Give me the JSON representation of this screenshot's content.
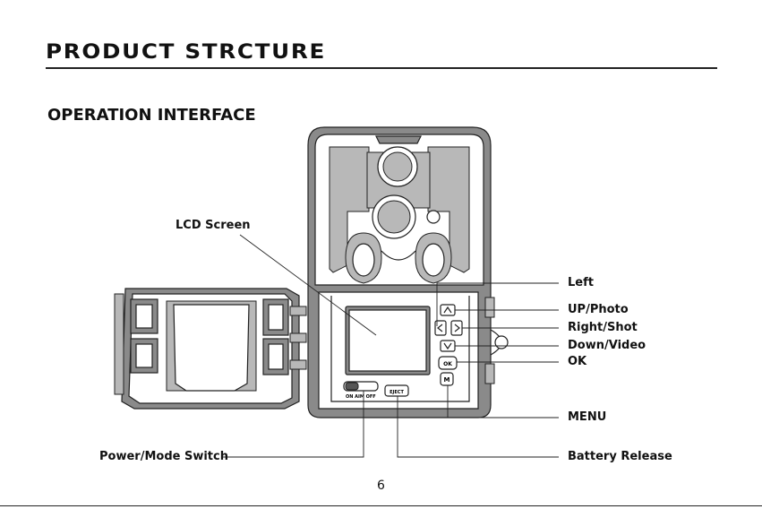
{
  "header": {
    "title": "PRODUCT  STRCTURE"
  },
  "section": {
    "title": "OPERATION INTERFACE"
  },
  "callouts": {
    "lcd": "LCD Screen",
    "left": "Left",
    "up": "UP/Photo",
    "right": "Right/Shot",
    "down": "Down/Video",
    "ok": "OK",
    "menu": "MENU",
    "power": "Power/Mode Switch",
    "battery": "Battery Release"
  },
  "device": {
    "button_ok": "OK",
    "button_menu": "M",
    "button_eject": "EJECT",
    "switch_label": "ON AIM OFF"
  },
  "footer": {
    "page_number": "6"
  }
}
